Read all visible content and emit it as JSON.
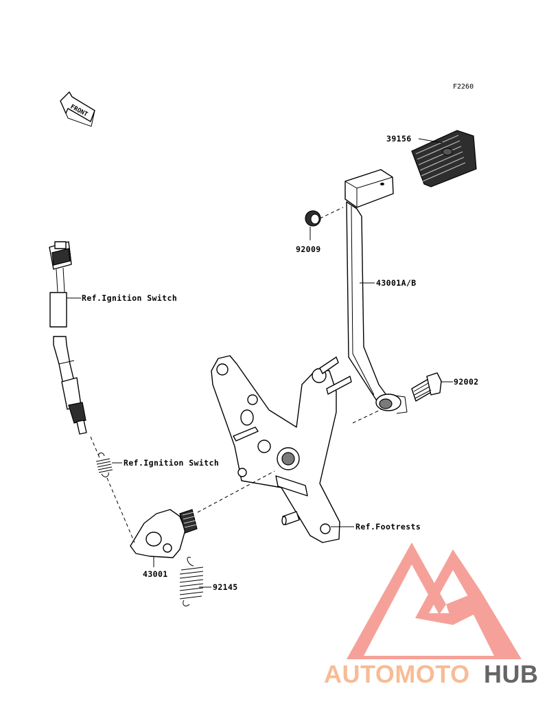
{
  "figure_code": "F2260",
  "front_label": "FRONT",
  "callouts": {
    "pedal_pad": "39156",
    "washer": "92009",
    "pedal_lever": "43001A/B",
    "bolt": "92002",
    "lever_arm": "43001",
    "spring": "92145",
    "ref_ignition_switch_1": "Ref.Ignition Switch",
    "ref_ignition_switch_2": "Ref.Ignition Switch",
    "ref_footrests": "Ref.Footrests"
  },
  "watermark": {
    "brand_part1": "AUTOMOTO",
    "brand_part2": "HUB",
    "color_primary": "#f4978e",
    "color_secondary": "#f7b58a",
    "color_hub": "#555555"
  }
}
